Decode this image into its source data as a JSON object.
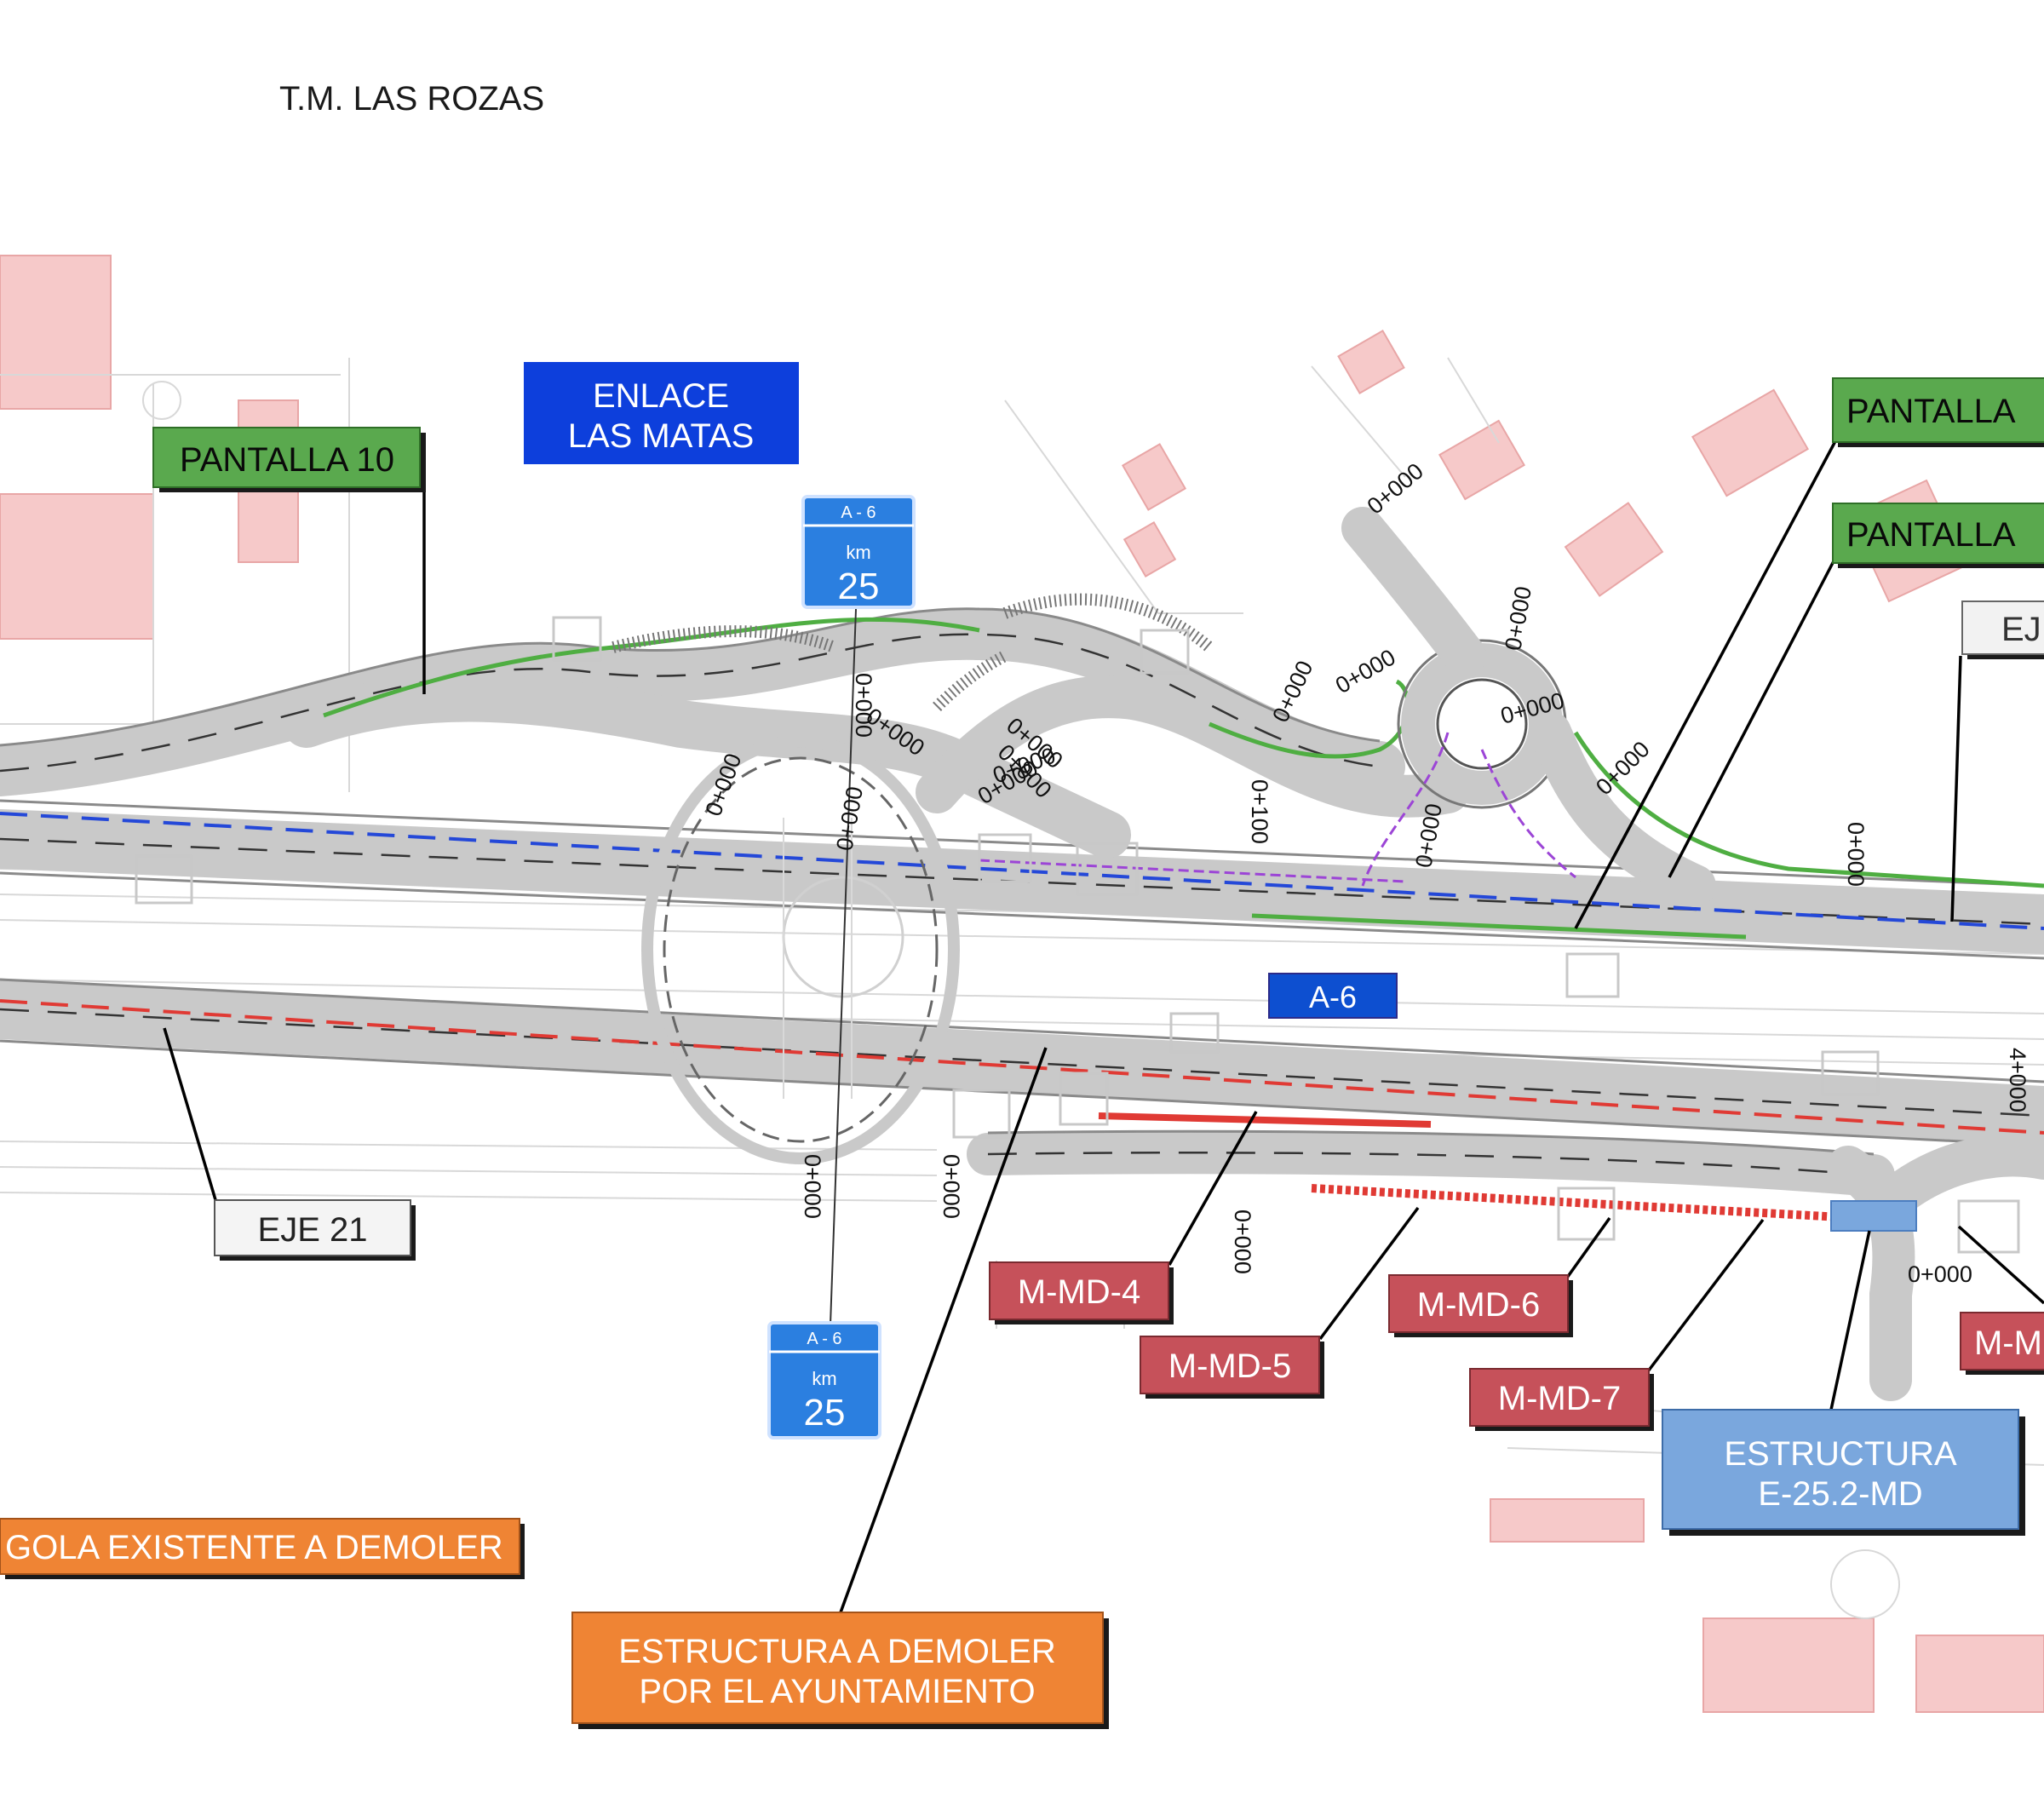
{
  "title": "T.M. LAS ROZAS",
  "labels": {
    "enlace": [
      "ENLACE",
      "LAS MATAS"
    ],
    "pantalla10": "PANTALLA 10",
    "pantalla_right_1": "PANTALLA",
    "pantalla_right_2": "PANTALLA",
    "eje_right": "EJ",
    "eje21": "EJE 21",
    "a6_road": "A-6",
    "mmd4": "M-MD-4",
    "mmd5": "M-MD-5",
    "mmd6": "M-MD-6",
    "mmd7": "M-MD-7",
    "mm_right": "M-M",
    "estructura_e25": [
      "ESTRUCTURA",
      "E-25.2-MD"
    ],
    "pergola": "GOLA EXISTENTE A DEMOLER",
    "estructura_demoler": [
      "ESTRUCTURA A DEMOLER",
      "POR EL AYUNTAMIENTO"
    ]
  },
  "signs": [
    {
      "road": "A - 6",
      "unit": "km",
      "number": "25"
    },
    {
      "road": "A - 6",
      "unit": "km",
      "number": "25"
    }
  ],
  "chainages": {
    "c1": "0+000",
    "c2": "0+000",
    "c3": "0+000",
    "c4": "0+000",
    "c5": "0+000",
    "c6": "0+000",
    "c7": "0+000",
    "c8": "0+000",
    "c9": "0+000",
    "c10": "0+100",
    "c11": "0+000",
    "c12": "0+000",
    "c13": "0+000",
    "c14": "0+000",
    "c15": "0+000",
    "c16": "0+000",
    "c17": "0+000",
    "c18": "0+000",
    "c19": "0+000",
    "c20": "0+000",
    "c21": "0+000",
    "c22": "4+000"
  },
  "colors": {
    "green_label": "#5aa94e",
    "blue_label": "#0d3fdc",
    "red_label": "#c6515a",
    "orange_label": "#ef8434",
    "light_blue_label": "#7aa7dd",
    "sign_blue": "#2b7fe0",
    "axis_blue": "#2448d8",
    "axis_red": "#e03a34",
    "axis_purple": "#9c45d6",
    "screen_green": "#4fae42"
  }
}
